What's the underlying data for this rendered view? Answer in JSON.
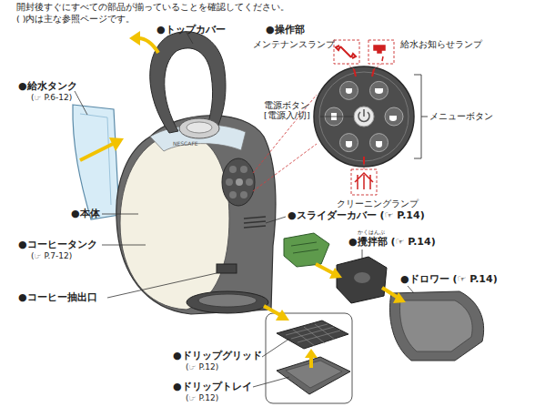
{
  "diagram": {
    "labels": [
      "開封後すぐにすべての部品が揃っていることを確認してください。",
      "( )内は主な参照ページです。",
      "●トップカバー",
      "●操作部",
      "メンテナンスランプ",
      "給水お知らせランプ",
      "●給水タンク",
      "(☞ P.6-12)",
      "電源ボタン [電源入/切]",
      "メニューボタン",
      "NESCAFE",
      "クリーニングランプ",
      "●本体",
      "●スライダーカバー (☞ P.14)",
      "かくはんぶ",
      "●コーヒータンク",
      "(☞ P.7-12)",
      "●攪拌部 (☞ P.14)",
      "●ドロワー (☞ P.14)",
      "●コーヒー抽出口",
      "●ドリップグリッド",
      "(☞ P.12)",
      "●ドリップトレイ",
      "(☞ P.12)"
    ]
  }
}
